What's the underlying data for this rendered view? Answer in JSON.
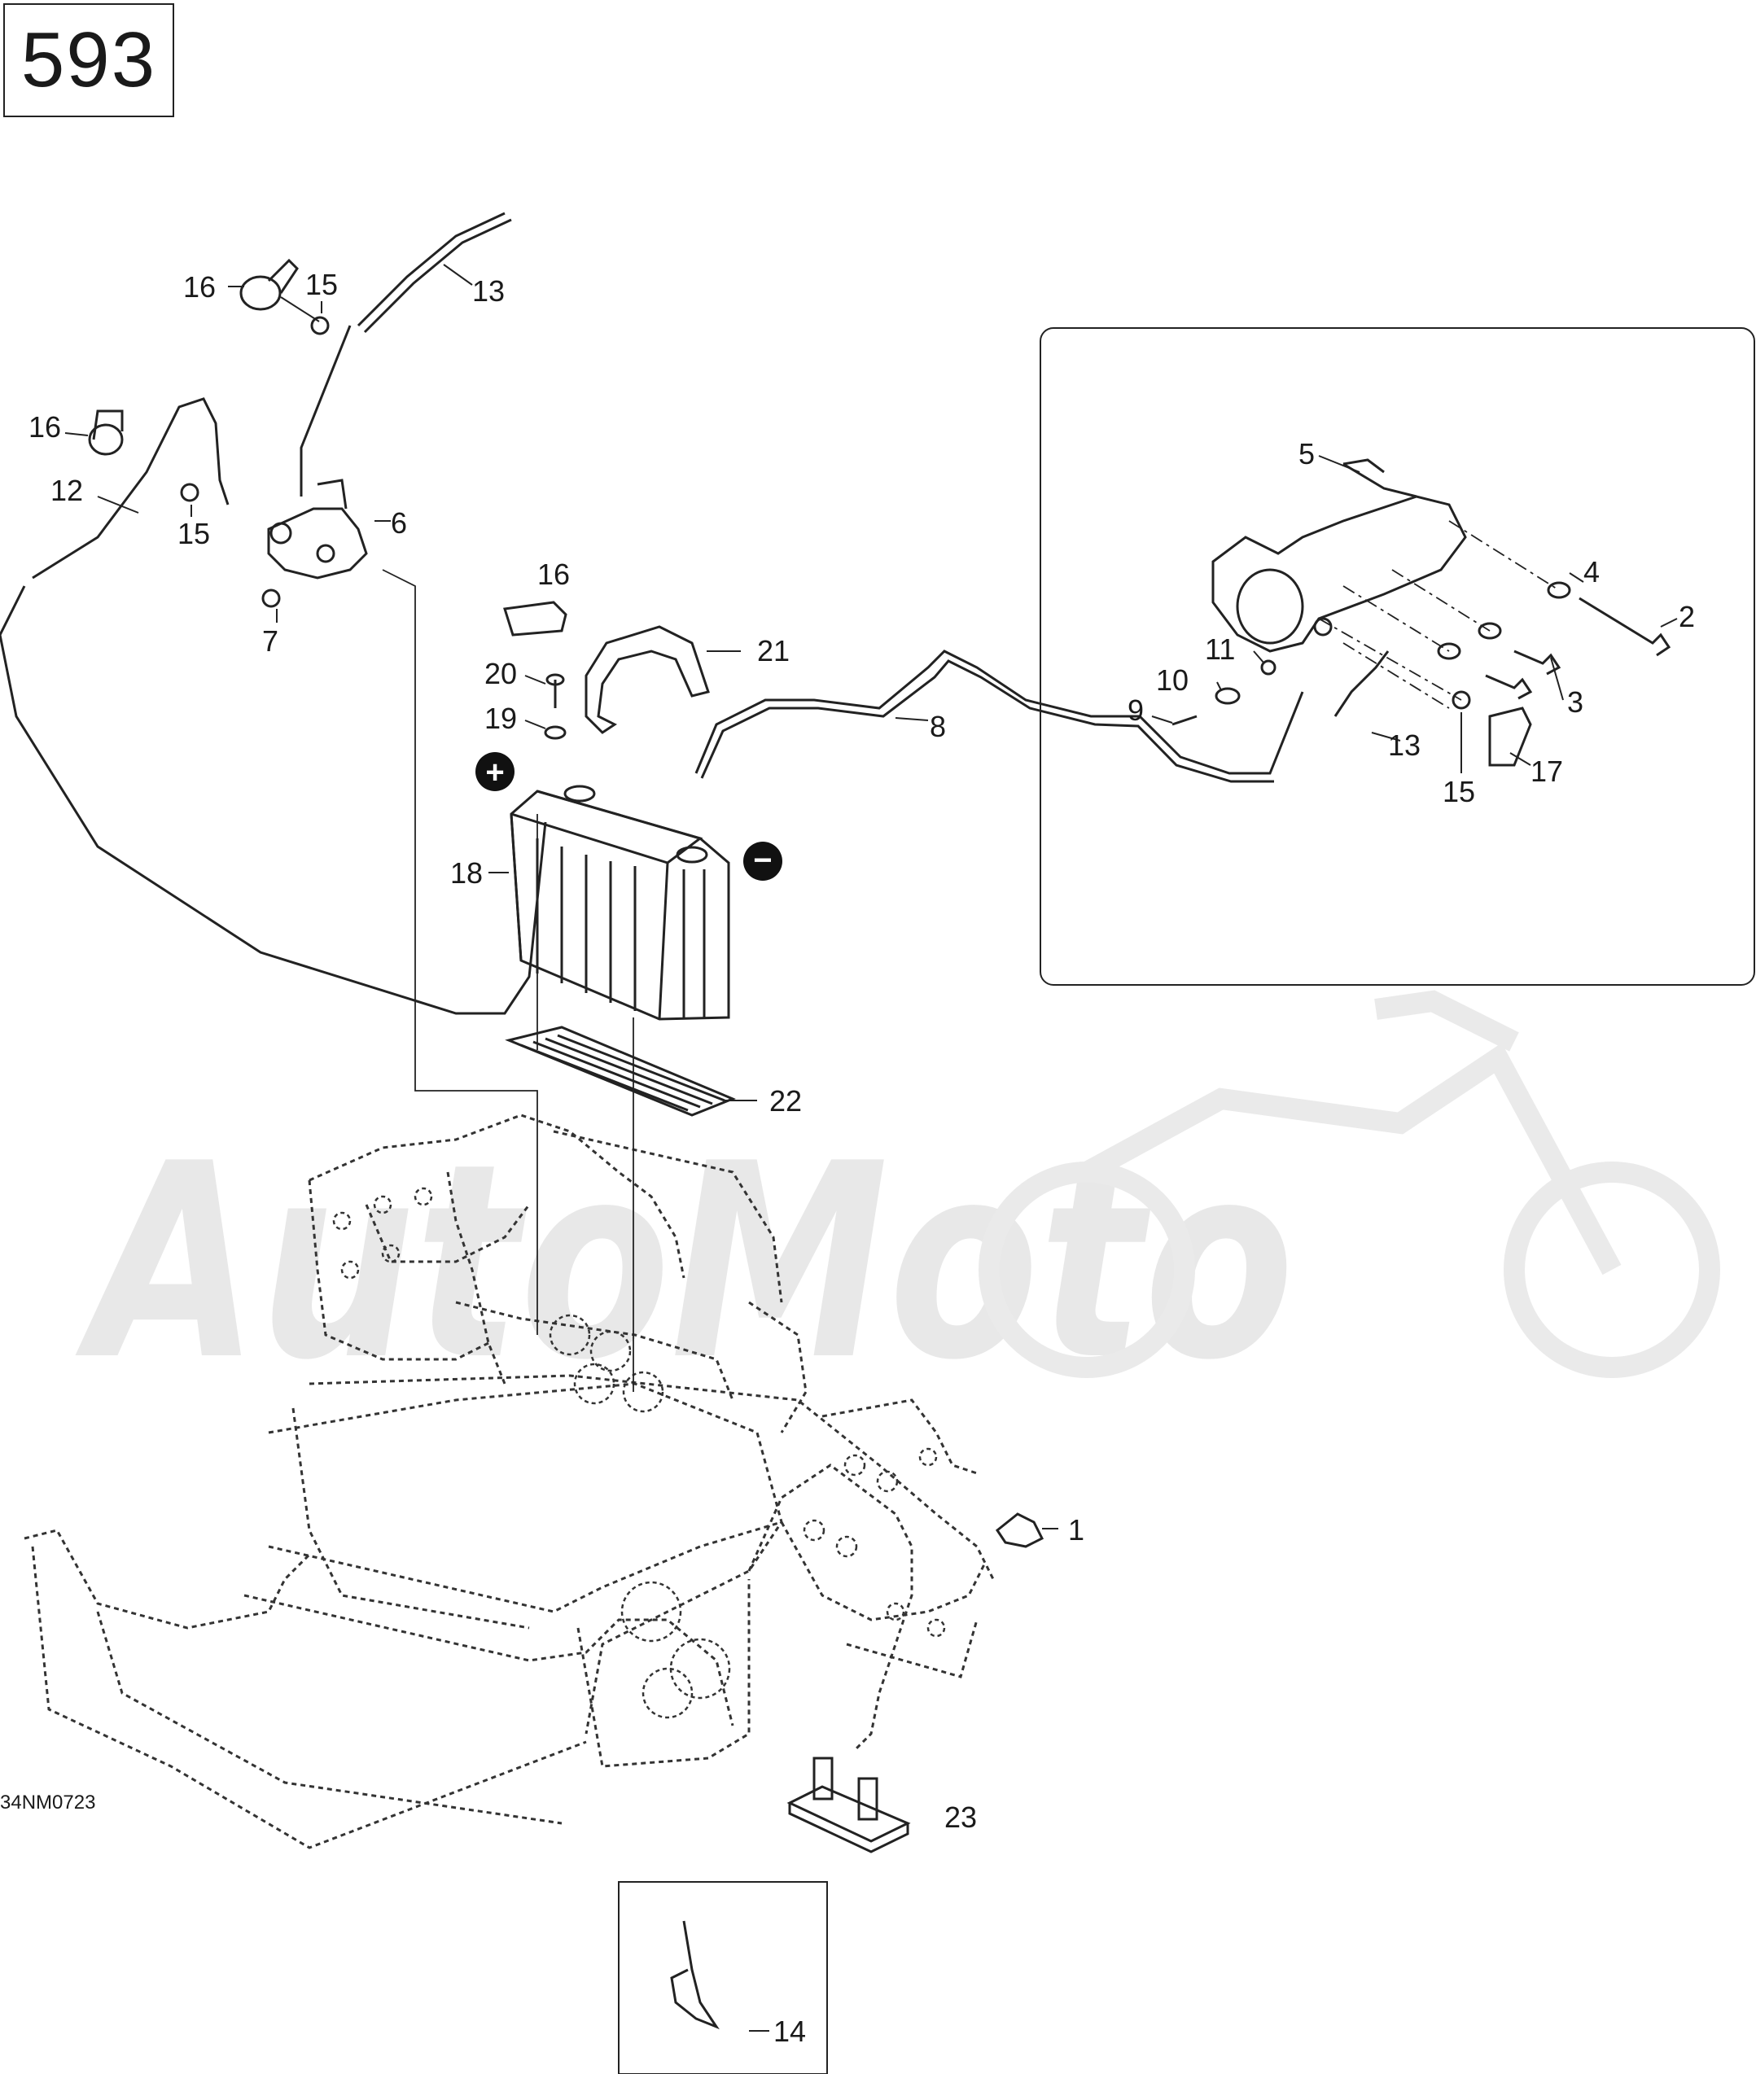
{
  "page_number": "593",
  "diagram_code": "34NM0723",
  "watermark_text": "AutoMoto",
  "sign_plus": "+",
  "sign_minus": "−",
  "callouts": {
    "c1": "1",
    "c2": "2",
    "c3": "3",
    "c4": "4",
    "c5": "5",
    "c6": "6",
    "c7": "7",
    "c8": "8",
    "c9": "9",
    "c10": "10",
    "c11": "11",
    "c12": "12",
    "c13a": "13",
    "c13b": "13",
    "c14": "14",
    "c15a": "15",
    "c15b": "15",
    "c15c": "15",
    "c16a": "16",
    "c16b": "16",
    "c16c": "16",
    "c17": "17",
    "c18": "18",
    "c19": "19",
    "c20": "20",
    "c21": "21",
    "c22": "22",
    "c23": "23"
  },
  "colors": {
    "line": "#222222",
    "watermark": "#dcdcdc"
  }
}
